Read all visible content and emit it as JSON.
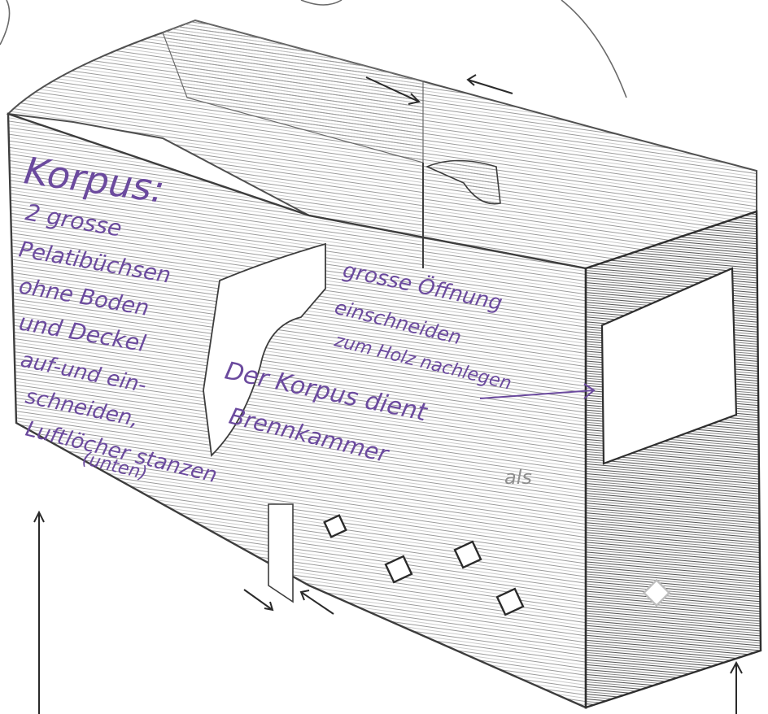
{
  "annotations": {
    "title": "Korpus:",
    "left_lines": [
      "2 grosse",
      "Pelatibüchsen",
      "ohne Boden",
      "und Deckel",
      "auf-und ein-",
      "schneiden,",
      "Luftlöcher stanzen",
      "(unten)"
    ],
    "center_lines": [
      "grosse Öffnung",
      "einschneiden",
      "zum Holz nachlegen"
    ],
    "purpose_lines": [
      "Der Korpus dient",
      "Brennkammer"
    ],
    "purpose_als": "als"
  },
  "colors": {
    "ink": "#6b4a9e",
    "pencil": "#4a4a4a",
    "paper": "#ffffff"
  }
}
